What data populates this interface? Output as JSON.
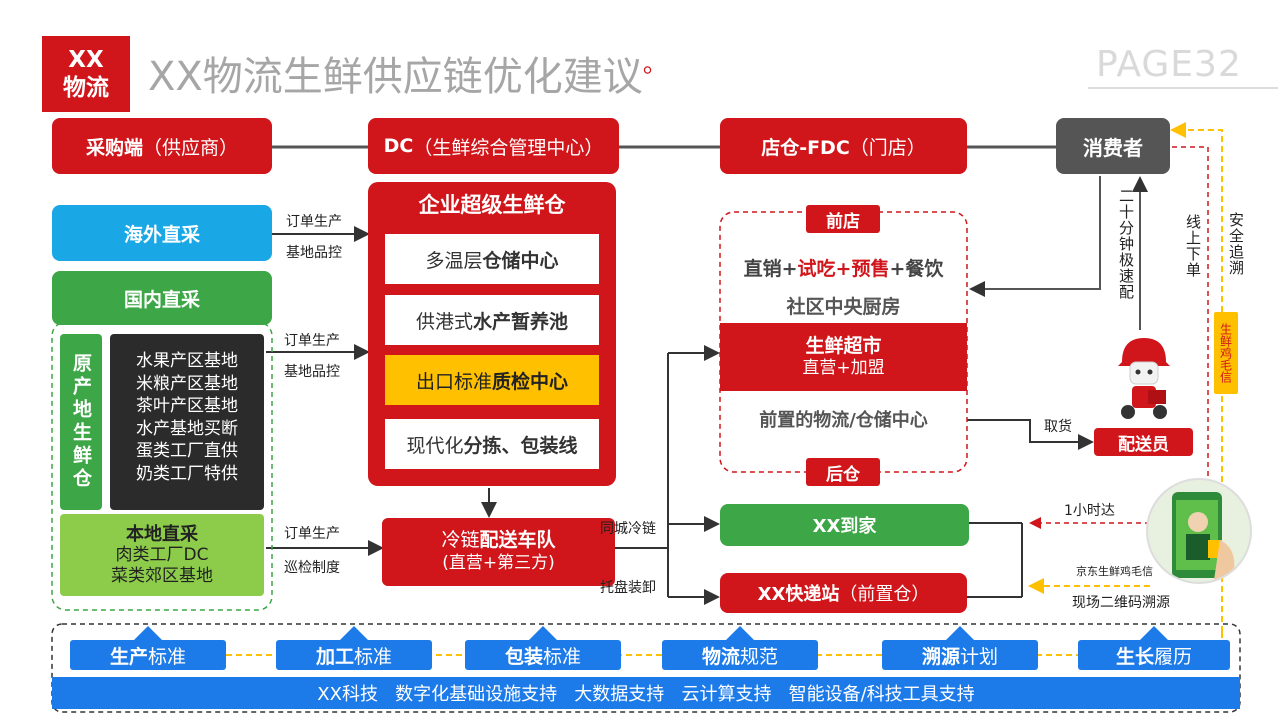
{
  "header": {
    "logo_line1": "XX",
    "logo_line2": "物流",
    "title": "XX物流生鲜供应链优化建议",
    "title_suffix": "。",
    "page": "PAGE32"
  },
  "top_row": {
    "supplier_bold": "采购端",
    "supplier_rest": "（供应商）",
    "dc_bold": "DC",
    "dc_rest": "（生鲜综合管理中心）",
    "store_bold": "店仓-FDC",
    "store_rest": "（门店）",
    "consumer": "消费者"
  },
  "left": {
    "overseas": "海外直采",
    "domestic": "国内直采",
    "origin_vertical": "原产地生鲜仓",
    "bases": [
      "水果产区基地",
      "米粮产区基地",
      "茶叶产区基地",
      "水产基地买断",
      "蛋类工厂直供",
      "奶类工厂特供"
    ],
    "local_title": "本地直采",
    "local_items": [
      "肉类工厂DC",
      "菜类郊区基地"
    ]
  },
  "flow_labels": {
    "order1": "订单生产",
    "quality1": "基地品控",
    "order2": "订单生产",
    "quality2": "基地品控",
    "order3": "订单生产",
    "patrol": "巡检制度",
    "same_city": "同城冷链",
    "pallet": "托盘装卸",
    "pickup": "取货",
    "one_hour": "1小时达",
    "jd_label": "京东生鲜鸡毛信",
    "qr_trace": "现场二维码溯源"
  },
  "warehouse": {
    "title": "企业超级生鲜仓",
    "items": [
      {
        "pre": "多温层",
        "bold": "仓储中心"
      },
      {
        "pre": "供港式",
        "bold": "水产暂养池"
      },
      {
        "pre": "出口标准",
        "bold": "质检中心"
      },
      {
        "pre": "现代化",
        "bold": "分拣、包装线"
      }
    ]
  },
  "fleet": {
    "pre": "冷链",
    "bold": "配送车队",
    "sub": "(直营+第三方)"
  },
  "store_panel": {
    "front_tag": "前店",
    "line1_a": "直销+",
    "line1_b": "试吃+预售",
    "line1_c": "+餐饮",
    "line2": "社区中央厨房",
    "market_title": "生鲜超市",
    "market_sub": "直营+加盟",
    "line3": "前置的物流/仓储中心",
    "back_tag": "后仓"
  },
  "delivery": {
    "home": "XX到家",
    "express_bold": "XX快递站",
    "express_rest": "（前置仓）",
    "courier": "配送员"
  },
  "right_vertical": {
    "fast": "二十分钟极速配",
    "online": "线上下单",
    "trace": "安全追溯",
    "jimao": "生鲜鸡毛信"
  },
  "bottom": {
    "standards": [
      {
        "bold": "生产",
        "rest": "标准"
      },
      {
        "bold": "加工",
        "rest": "标准"
      },
      {
        "bold": "包装",
        "rest": "标准"
      },
      {
        "bold": "物流",
        "rest": "规范"
      },
      {
        "bold": "溯源",
        "rest": "计划"
      },
      {
        "bold": "生长",
        "rest": "履历"
      }
    ],
    "bar_text": "XX科技   数字化基础设施支持   大数据支持   云计算支持   智能设备/科技工具支持"
  },
  "colors": {
    "red": "#d0161b",
    "blue": "#1c7be8",
    "cyan": "#1aa7e6",
    "green": "#3da646",
    "light_green": "#8ccc4a",
    "gray": "#555555",
    "yellow": "#ffc000"
  }
}
